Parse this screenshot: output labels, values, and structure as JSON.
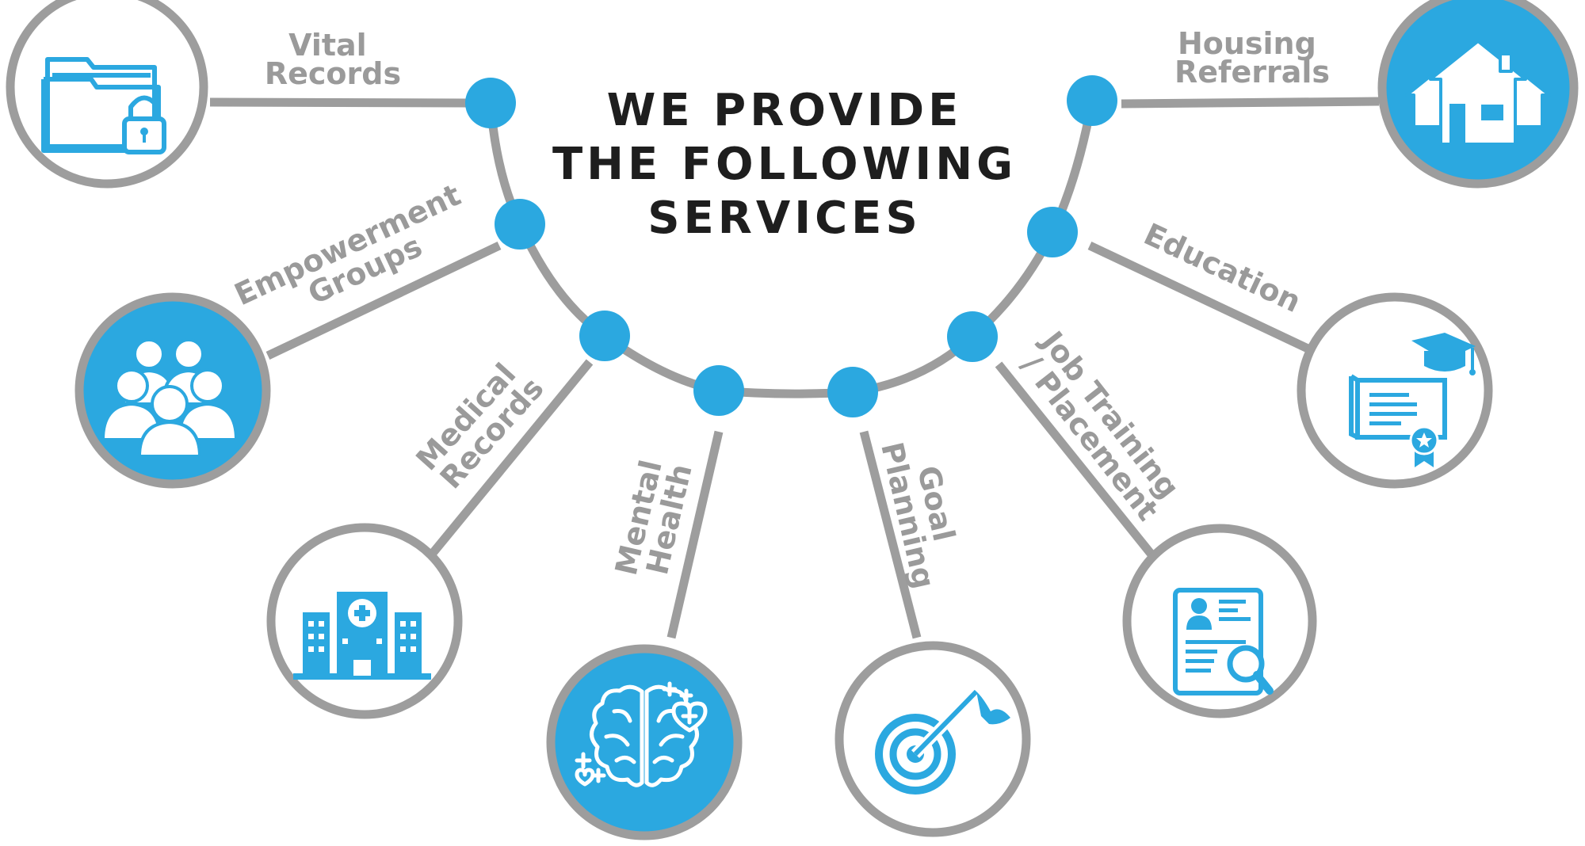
{
  "title": {
    "line1": "WE PROVIDE",
    "line2": "THE FOLLOWING",
    "line3": "SERVICES"
  },
  "colors": {
    "accent": "#2ba8e0",
    "connector": "#9d9d9d",
    "label": "#9a9a9a",
    "title": "#1e1e1e"
  },
  "services": [
    {
      "id": "vital-records",
      "label_lines": [
        "Vital",
        "Records"
      ],
      "icon": "folder-lock-icon",
      "style": "outline"
    },
    {
      "id": "empowerment",
      "label_lines": [
        "Empowerment",
        "Groups"
      ],
      "icon": "people-group-icon",
      "style": "filled"
    },
    {
      "id": "medical-records",
      "label_lines": [
        "Medical",
        "Records"
      ],
      "icon": "hospital-icon",
      "style": "outline"
    },
    {
      "id": "mental-health",
      "label_lines": [
        "Mental",
        "Health"
      ],
      "icon": "brain-icon",
      "style": "filled"
    },
    {
      "id": "goal-planning",
      "label_lines": [
        "Goal",
        "Planning"
      ],
      "icon": "target-flag-icon",
      "style": "outline"
    },
    {
      "id": "job-training",
      "label_lines": [
        "Job Training",
        "/ Placement"
      ],
      "icon": "resume-search-icon",
      "style": "outline"
    },
    {
      "id": "education",
      "label_lines": [
        "Education"
      ],
      "icon": "diploma-graduation-icon",
      "style": "outline"
    },
    {
      "id": "housing",
      "label_lines": [
        "Housing",
        "Referrals"
      ],
      "icon": "houses-icon",
      "style": "filled"
    }
  ]
}
